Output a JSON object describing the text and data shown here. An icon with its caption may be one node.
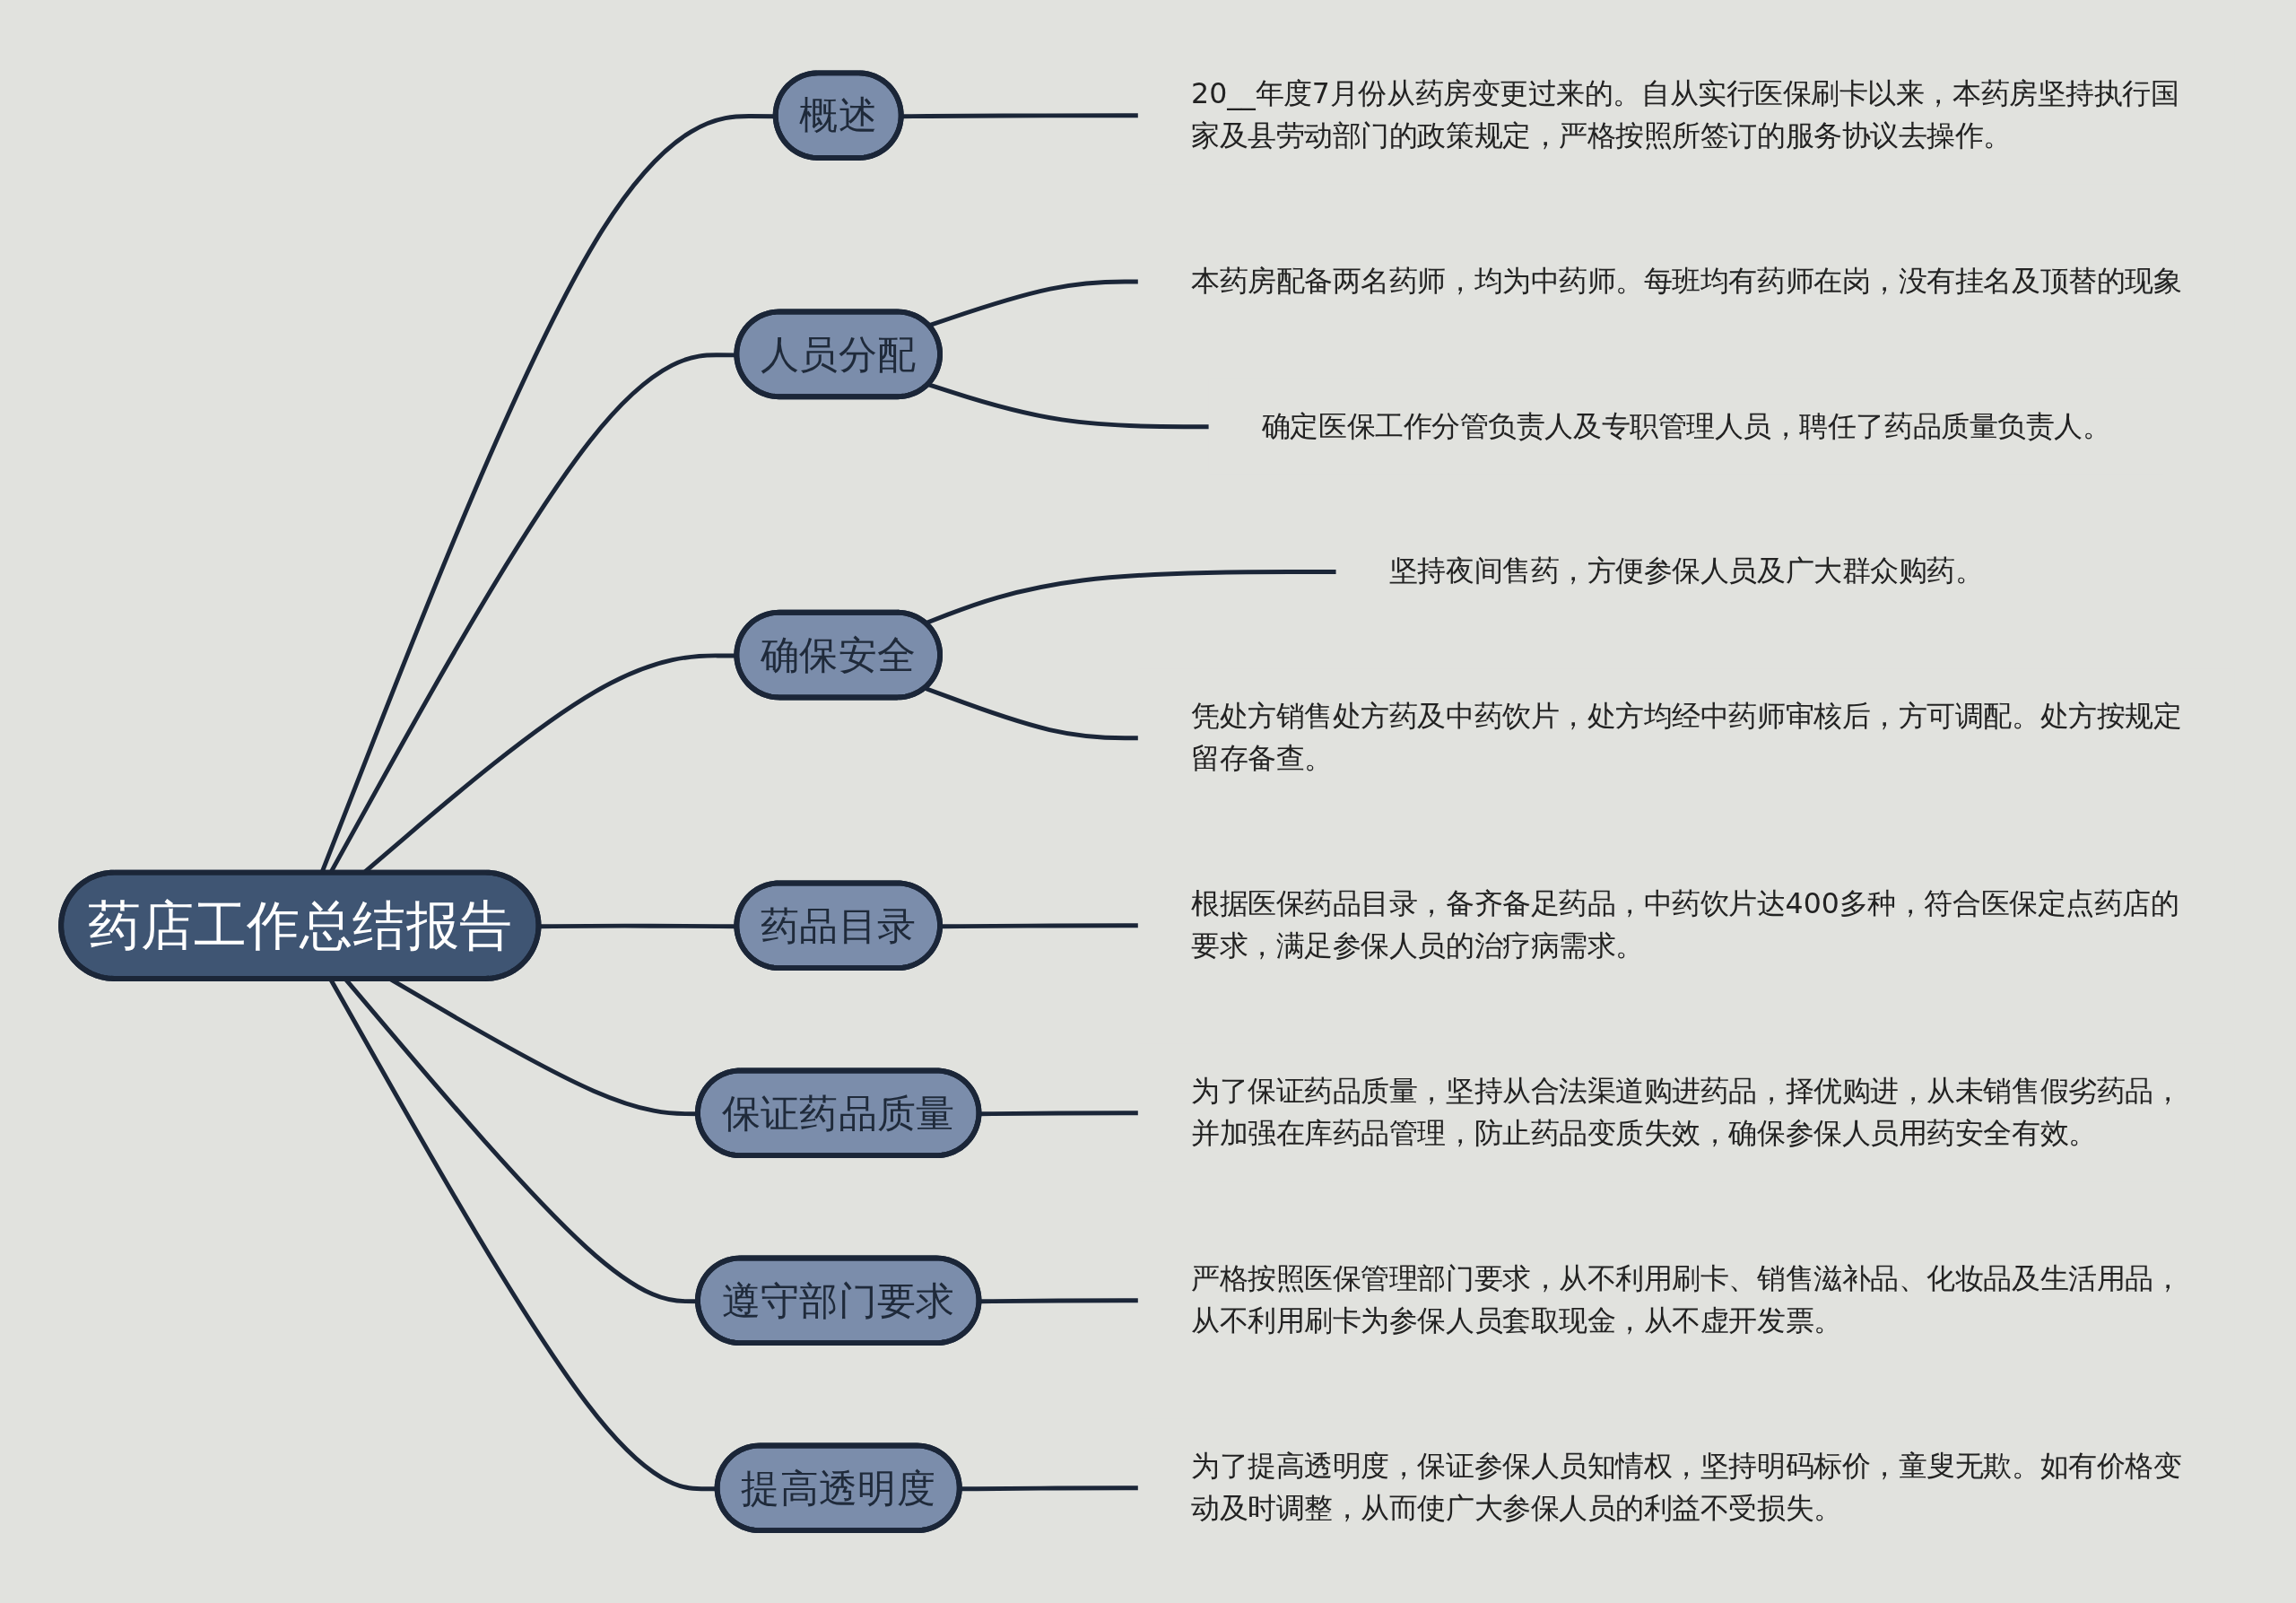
{
  "diagram": {
    "nodes": [
      {
        "text": [
          "药店工作总结报告"
        ]
      },
      {
        "text": [
          "概述"
        ]
      },
      {
        "text": [
          "20__年度7月份从药房变更过来的。自从实行医保刷卡以来，本药房坚持执行国家及县劳动部门的政策规定，严格按照所签订的服务协议去操作。"
        ]
      },
      {
        "text": [
          "人员分配"
        ]
      },
      {
        "text": [
          "本药房配备两名药师，均为中药师。每班均有药师在岗，没有挂名及顶替的现象"
        ]
      },
      {
        "text": [
          "确定医保工作分管负责人及专职管理人员，聘任了药品质量负责人。"
        ]
      },
      {
        "text": [
          "确保安全"
        ]
      },
      {
        "text": [
          "坚持夜间售药，方便参保人员及广大群众购药。"
        ]
      },
      {
        "text": [
          "凭处方销售处方药及中药饮片，处方均经中药师审核后，方可调配。处方按规定留存备查。"
        ]
      },
      {
        "text": [
          "药品目录"
        ]
      },
      {
        "text": [
          "根据医保药品目录，备齐备足药品，中药饮片达400多种，符合医保定点药店的要求，满足参保人员的治疗病需求。"
        ]
      },
      {
        "text": [
          "保证药品质量"
        ]
      },
      {
        "text": [
          "为了保证药品质量，坚持从合法渠道购进药品，择优购进，从未销售假劣药品，并加强在库药品管理，防止药品变质失效，确保参保人员用药安全有效。"
        ]
      },
      {
        "text": [
          "遵守部门要求"
        ]
      },
      {
        "text": [
          "严格按照医保管理部门要求，从不利用刷卡、销售滋补品、化妆品及生活用品，从不利用刷卡为参保人员套取现金，从不虚开发票。"
        ]
      },
      {
        "text": [
          "提高透明度"
        ]
      },
      {
        "text": [
          "为了提高透明度，保证参保人员知情权，坚持明码标价，童叟无欺。如有价格变动及时调整，从而使广大参保人员的利益不受损失。"
        ]
      }
    ],
    "edges": [
      {
        "from": 0,
        "to": 1,
        "arrow": "none"
      },
      {
        "from": 1,
        "to": 2,
        "arrow": "none"
      },
      {
        "from": 0,
        "to": 3,
        "arrow": "none"
      },
      {
        "from": 3,
        "to": 4,
        "arrow": "none"
      },
      {
        "from": 3,
        "to": 5,
        "arrow": "none"
      },
      {
        "from": 0,
        "to": 6,
        "arrow": "none"
      },
      {
        "from": 6,
        "to": 7,
        "arrow": "none"
      },
      {
        "from": 6,
        "to": 8,
        "arrow": "none"
      },
      {
        "from": 0,
        "to": 9,
        "arrow": "none"
      },
      {
        "from": 9,
        "to": 10,
        "arrow": "none"
      },
      {
        "from": 0,
        "to": 11,
        "arrow": "none"
      },
      {
        "from": 11,
        "to": 12,
        "arrow": "none"
      },
      {
        "from": 0,
        "to": 13,
        "arrow": "none"
      },
      {
        "from": 13,
        "to": 14,
        "arrow": "none"
      },
      {
        "from": 0,
        "to": 15,
        "arrow": "none"
      },
      {
        "from": 15,
        "to": 16,
        "arrow": "none"
      }
    ]
  }
}
